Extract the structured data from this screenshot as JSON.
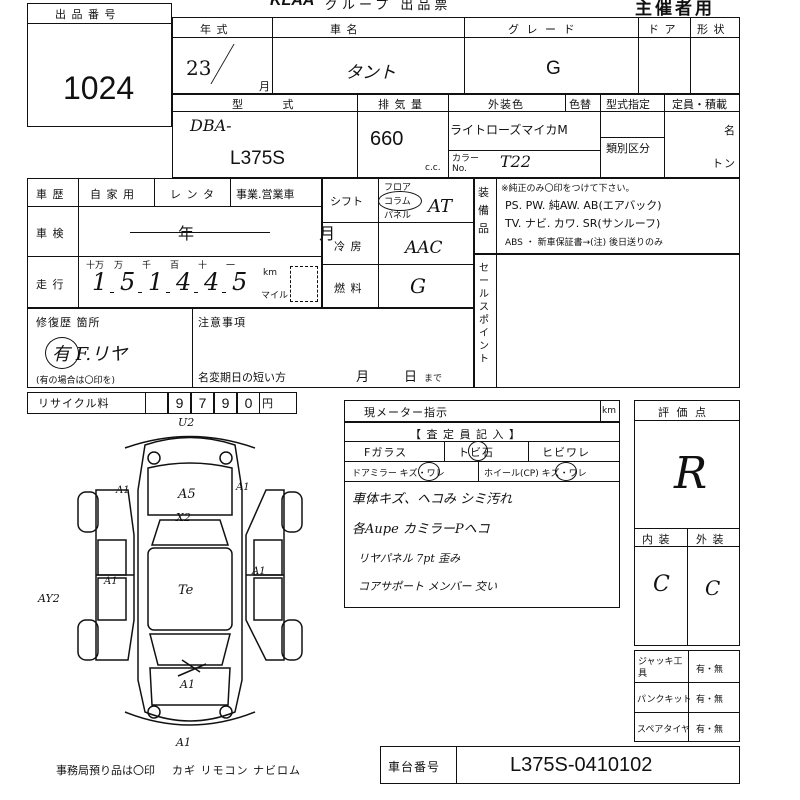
{
  "header": {
    "lot_number_label": "出 品 番 号",
    "lot_number": "1024",
    "brand": "KLAA",
    "brand_suffix": "グループ 出品票",
    "organizer": "主催者用"
  },
  "row1": {
    "year_label": "年 式",
    "year": "23",
    "month_unit": "月",
    "car_name_label": "車 名",
    "car_name": "タント",
    "grade_label": "グ レ ー ド",
    "grade": "G",
    "door_label": "ド ア",
    "shape_label": "形 状"
  },
  "row2": {
    "model_label": "型 式",
    "model_prefix": "DBA-",
    "model": "L375S",
    "displacement_label": "排 気 量",
    "displacement": "660",
    "cc_unit": "c.c.",
    "ext_color_label": "外装色",
    "color_no_label": "色替",
    "ext_color": "ライトローズマイカM",
    "color_code_label": "カラー No.",
    "color_code": "T22",
    "model_spec_label": "型式指定",
    "category_label": "類別区分",
    "capacity_label": "定員・積載",
    "capacity_unit1": "名",
    "capacity_unit2": "トン"
  },
  "history": {
    "label": "車 歴",
    "private": "自 家 用",
    "rental": "レ ン タ",
    "business": "事業.営業車",
    "inspection_label": "車 検",
    "inspection_value": "年 月",
    "mileage_label": "走 行",
    "digit_units": [
      "十万",
      "万",
      "千",
      "百",
      "十",
      "一"
    ],
    "mileage_digits": [
      "1",
      "5",
      "1",
      "4",
      "4",
      "5"
    ],
    "km_unit": "km",
    "mile_unit": "マイル"
  },
  "specs": {
    "shift_label": "シフト",
    "shift_positions": [
      "フロア",
      "コラム",
      "パネル"
    ],
    "shift_value": "AT",
    "ac_label": "冷 房",
    "ac_value": "AAC",
    "fuel_label": "燃 料",
    "fuel_value": "G"
  },
  "equipment": {
    "label": "装備品",
    "note": "※純正のみ〇印をつけて下さい。",
    "line1": "PS. PW. 純AW. AB(エアバック)",
    "line2": "TV. ナビ. カワ. SR(サンルーフ)",
    "line3": "ABS ・ 新車保証書→(注) 後日送りのみ"
  },
  "sales_point": {
    "label": "セールスポイント"
  },
  "repair": {
    "label": "修復歴 箇所",
    "value": "有 F.リヤ",
    "note": "(有の場合は〇印を)"
  },
  "notes": {
    "label": "注意事項",
    "short_label": "名変期日の短い方",
    "month": "月",
    "day": "日",
    "until": "まで"
  },
  "recycle": {
    "label": "リサイクル料",
    "digits": [
      "",
      "9",
      "7",
      "9",
      "0"
    ],
    "unit": "円"
  },
  "meter": {
    "label": "現メーター指示",
    "unit": "km"
  },
  "inspector": {
    "label": "【 査 定 員 記 入 】",
    "f_glass": "Fガラス",
    "tobi": "トビ石",
    "hibi": "ヒビワレ",
    "mirror": "ドアミラー キズ・ワレ",
    "wheel": "ホイール(CP) キズ・ワレ",
    "comments": [
      "車体キズ、ヘコみ シミ汚れ",
      "各Aupe カミラーPヘコ",
      "リヤパネル 7pt 歪み",
      "コアサポート メンバー 交い"
    ]
  },
  "evaluation": {
    "label": "評 価 点",
    "score": "R",
    "interior_label": "内 装",
    "exterior_label": "外 装",
    "interior": "C",
    "exterior": "C"
  },
  "tools": {
    "jack_label": "ジャッキ工 具",
    "puncture_label": "パンクキット",
    "spare_label": "スペアタイヤ",
    "options": "有・無"
  },
  "diagram_marks": {
    "front": "U2",
    "hood": "A5",
    "windshield": "X2",
    "roof": "Te",
    "left_fender": "A1",
    "right_fender": "A1",
    "left_door": "A1",
    "right_door": "A1",
    "left_rear": "AY2",
    "rear": "A1",
    "tail": "A1"
  },
  "footer": {
    "note": "事務局預り品は〇印",
    "items": "カギ リモコン ナビロム",
    "chassis_label": "車台番号",
    "chassis_number": "L375S-0410102"
  }
}
